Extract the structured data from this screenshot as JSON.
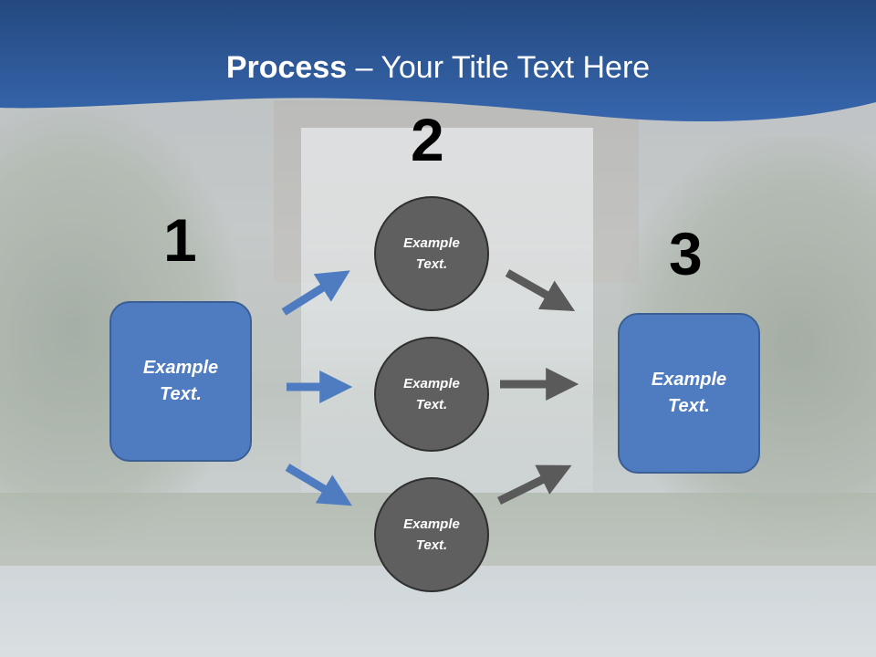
{
  "slide": {
    "title_bold": "Process",
    "title_rest": " – Your Title Text Here"
  },
  "steps": [
    {
      "number": "1",
      "label": "Example Text."
    },
    {
      "number": "2",
      "items": [
        "Example Text.",
        "Example Text.",
        "Example Text."
      ]
    },
    {
      "number": "3",
      "label": "Example Text."
    }
  ],
  "colors": {
    "header_blue": "#2f5b9c",
    "box_blue": "#4f7cc0",
    "circle_gray": "#5f5f5f",
    "arrow_blue": "#4f7cc0",
    "arrow_gray": "#5a5a5a"
  }
}
